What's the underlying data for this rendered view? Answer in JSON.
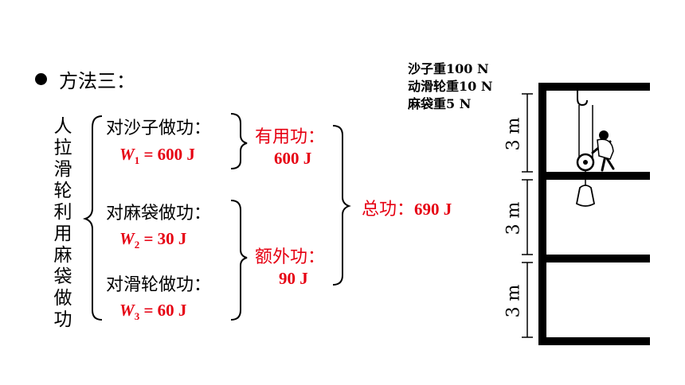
{
  "heading": "方法三：",
  "vertical_label": "人拉滑轮利用麻袋做功",
  "items": [
    {
      "label": "对沙子做功：",
      "w": "W",
      "sub": "1",
      "value": " = 600 J"
    },
    {
      "label": "对麻袋做功：",
      "w": "W",
      "sub": "2",
      "value": " = 30 J"
    },
    {
      "label": "对滑轮做功：",
      "w": "W",
      "sub": "3",
      "value": " = 60 J"
    }
  ],
  "useful": {
    "label": "有用功：",
    "value": "600 J"
  },
  "extra": {
    "label": "额外功：",
    "value": "90 J"
  },
  "total": {
    "label": "总功：",
    "value": "690 J"
  },
  "figure_info": [
    "沙子重100 N",
    "动滑轮重10 N",
    "麻袋重5 N"
  ],
  "floor_height": "3 m",
  "colors": {
    "accent": "#e60012",
    "text": "#000000"
  }
}
